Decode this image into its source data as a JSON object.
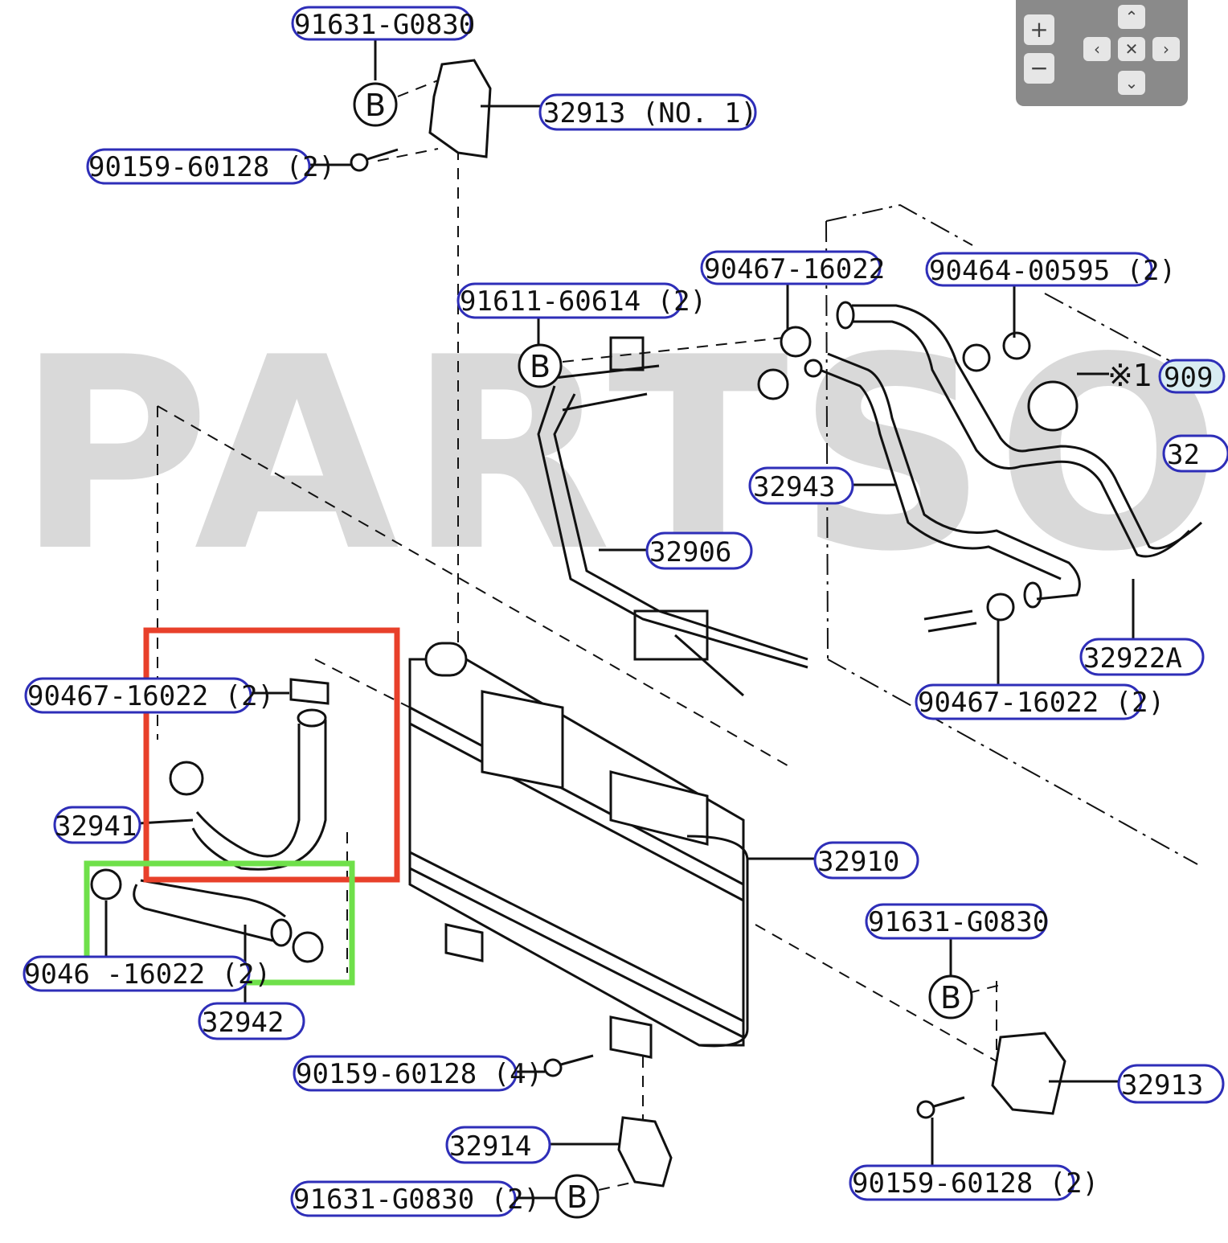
{
  "watermark": "PARTSO",
  "callouts": [
    {
      "id": "c1",
      "text": "91631-G0830"
    },
    {
      "id": "c2",
      "text": "32913 (NO. 1)"
    },
    {
      "id": "c3",
      "text": "90159-60128 (2)"
    },
    {
      "id": "c4",
      "text": "90467-16022"
    },
    {
      "id": "c5",
      "text": "90464-00595 (2)"
    },
    {
      "id": "c6",
      "text": "91611-60614 (2)"
    },
    {
      "id": "c7",
      "text": "909"
    },
    {
      "id": "c8",
      "text": "32"
    },
    {
      "id": "c9",
      "text": "32943"
    },
    {
      "id": "c10",
      "text": "32906"
    },
    {
      "id": "c11",
      "text": "32922A"
    },
    {
      "id": "c12",
      "text": "90467-16022 (2)"
    },
    {
      "id": "c13",
      "text": "90467-16022 (2)"
    },
    {
      "id": "c14",
      "text": "32941"
    },
    {
      "id": "c15",
      "text": "32910"
    },
    {
      "id": "c16",
      "text": "91631-G0830"
    },
    {
      "id": "c17",
      "text": "9046 -16022 (2)"
    },
    {
      "id": "c18",
      "text": "32942"
    },
    {
      "id": "c19",
      "text": "90159-60128 (4)"
    },
    {
      "id": "c20",
      "text": "32913"
    },
    {
      "id": "c21",
      "text": "32914"
    },
    {
      "id": "c22",
      "text": "90159-60128 (2)"
    },
    {
      "id": "c23",
      "text": "91631-G0830 (2)"
    }
  ],
  "ref_marks": {
    "b": "B",
    "note": "※1"
  },
  "zoom_controls": {
    "zoom_in": "+",
    "zoom_out": "−",
    "up": "⌃",
    "down": "⌄",
    "left": "‹",
    "right": "›",
    "reset": "✕"
  },
  "colors": {
    "callout_border": "#2e2eb8",
    "highlight_red": "#e8402a",
    "highlight_green": "#6fe04a",
    "line": "#111111",
    "watermark": "#d9d9d9"
  }
}
